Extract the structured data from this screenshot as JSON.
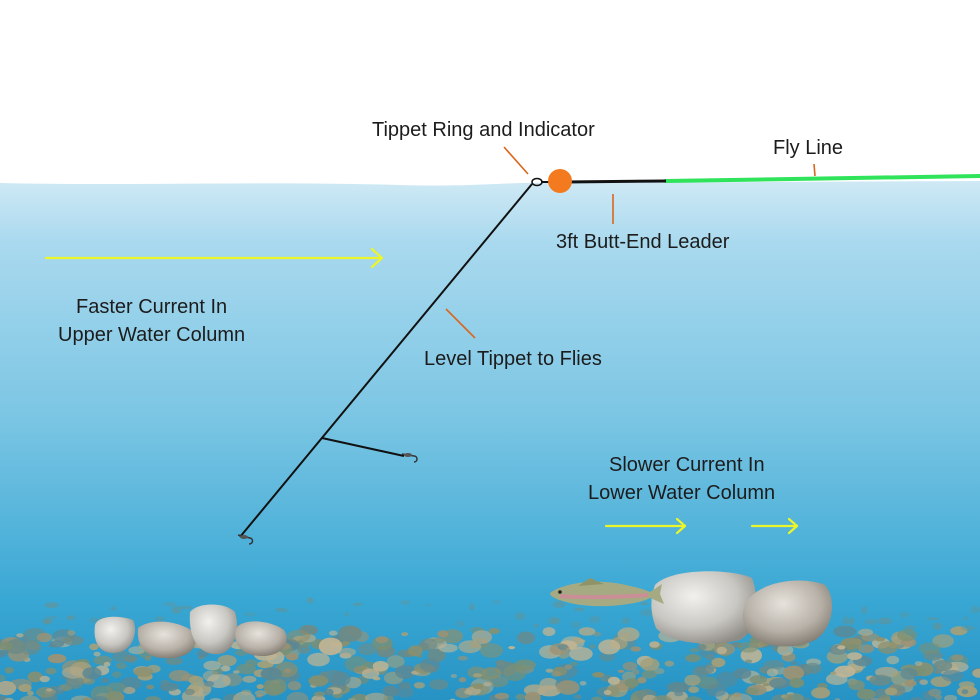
{
  "labels": {
    "tippet_ring": "Tippet Ring and Indicator",
    "fly_line": "Fly Line",
    "butt_leader": "3ft Butt-End Leader",
    "faster_current_1": "Faster Current In",
    "faster_current_2": "Upper Water Column",
    "level_tippet": "Level Tippet to Flies",
    "slower_current_1": "Slower Current In",
    "slower_current_2": "Lower Water Column"
  },
  "colors": {
    "sky": "#ffffff",
    "water_surface": "#c6e6f4",
    "water_mid": "#7cc6e4",
    "water_deep": "#2b9fcf",
    "fly_line": "#2fe35a",
    "leader": "#111111",
    "indicator": "#f47a1f",
    "pointer": "#d9671e",
    "current_arrow": "#eaf52a",
    "rock": "#c9c7c2",
    "trout": "#9aa07a"
  },
  "icons": [
    "rock-icon",
    "trout-icon",
    "fly-icon",
    "indicator-icon",
    "current-arrow-icon"
  ]
}
